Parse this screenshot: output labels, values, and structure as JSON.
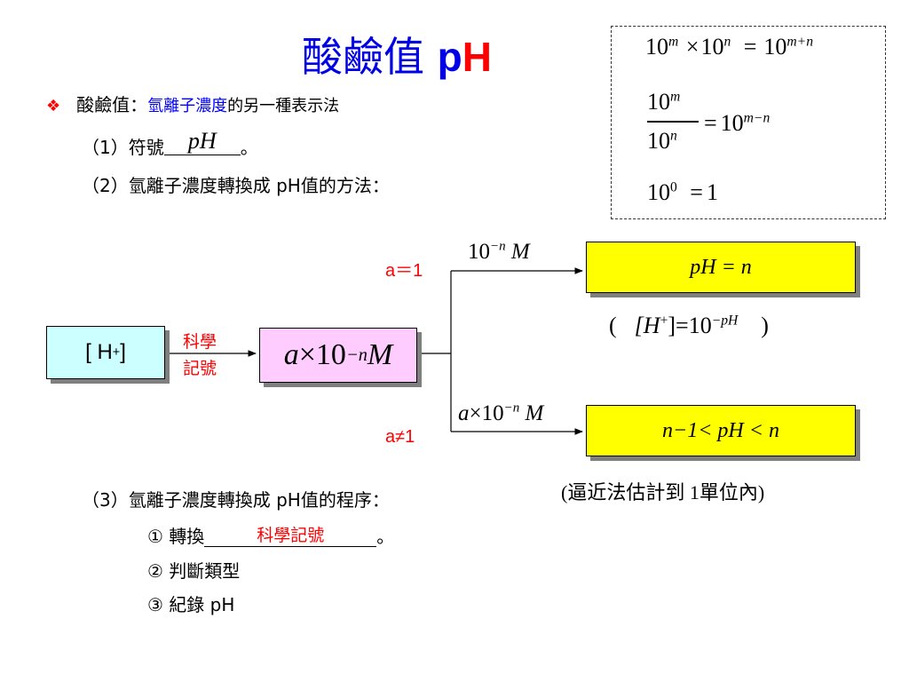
{
  "title": {
    "main": "酸鹼值",
    "p": "p",
    "h": "H"
  },
  "formulas": {
    "f1_base1": "10",
    "f1_exp1": "m",
    "f1_times": "×",
    "f1_base2": "10",
    "f1_exp2": "n",
    "f1_eq": "=",
    "f1_base3": "10",
    "f1_exp3": "m+n",
    "f2_num": "10",
    "f2_num_exp": "m",
    "f2_den": "10",
    "f2_den_exp": "n",
    "f2_eq": "=",
    "f2_base": "10",
    "f2_exp": "m−n",
    "f3_base": "10",
    "f3_exp": "0",
    "f3_eq": "=",
    "f3_rhs": "1"
  },
  "bullet": {
    "icon": "❖",
    "lead": "酸鹼值：",
    "highlight": "氫離子濃度",
    "rest": "的另一種表示法"
  },
  "items": {
    "i1_prefix": "（1）符號",
    "i1_blank": "pH",
    "i1_suffix": "。",
    "i2": "（2）氫離子濃度轉換成 pH值的方法：",
    "i3": "（3）氫離子濃度轉換成 pH值的程序：",
    "s1_prefix": "① 轉換",
    "s1_blank": "科學記號",
    "s1_suffix": "。",
    "s2": "② 判斷類型",
    "s3": "③ 紀錄 pH"
  },
  "diagram": {
    "h_box": "[ H",
    "h_box_sup": "+",
    "h_box_end": " ]",
    "sci_label_1": "科學",
    "sci_label_2": "記號",
    "a_box_a": "a",
    "a_box_rest": "×10",
    "a_box_exp": "−n",
    "a_box_m": " M",
    "case1_label": "a＝1",
    "case1_expr": "10",
    "case1_exp": "−n",
    "case1_m": " M",
    "case2_label": "a≠1",
    "case2_a": "a",
    "case2_expr": "×10",
    "case2_exp": "−n",
    "case2_m": " M",
    "result1": "pH = n",
    "result1_note_open": "(",
    "result1_note_lhs": "[H",
    "result1_note_sup": "+",
    "result1_note_mid": "]=10",
    "result1_note_exp": "−pH",
    "result1_note_close": ")",
    "result2": "n−1< pH < n",
    "result2_note": "(逼近法估計到 1單位內)"
  }
}
